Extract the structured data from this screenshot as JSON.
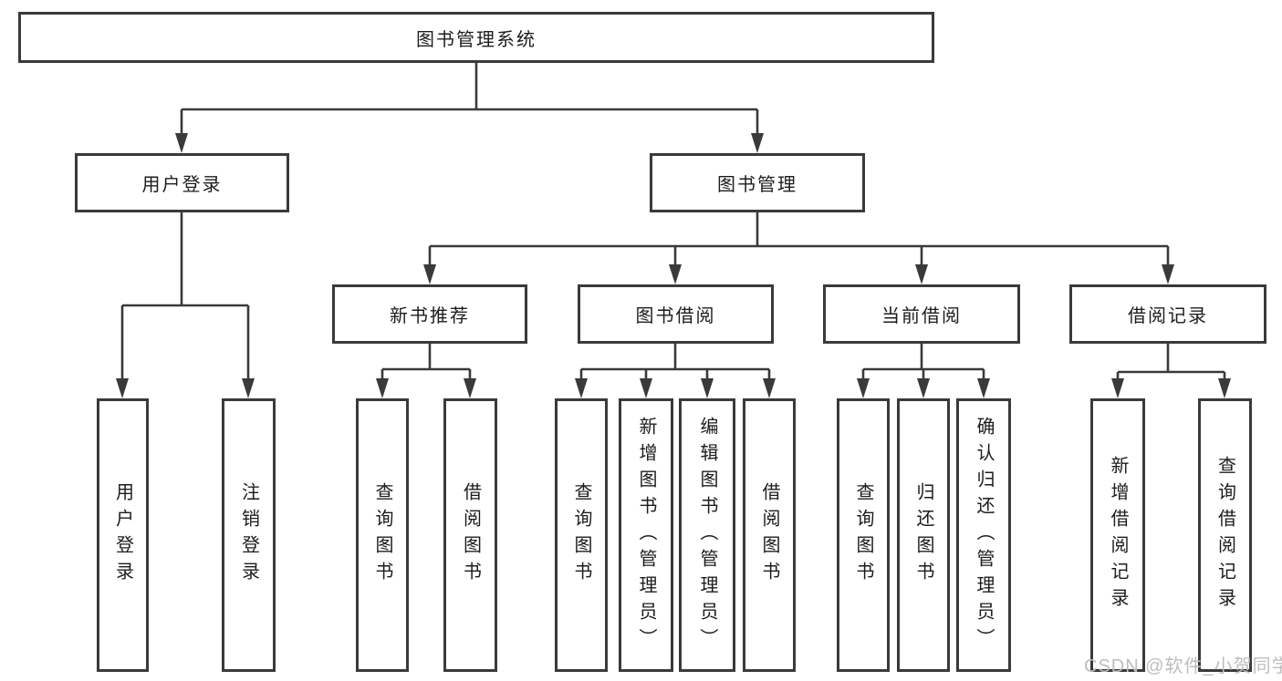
{
  "diagram": {
    "watermark": "CSDN @软件_小贺同学",
    "colors": {
      "line": "#3a3a3a",
      "box_border": "#3a3a3a",
      "box_background": "#ffffff",
      "text": "#1c1c1c",
      "watermark": "#bdbdbd",
      "background": "#ffffff"
    },
    "tree": {
      "root": {
        "label": "图书管理系统"
      },
      "branches": [
        {
          "label": "用户登录",
          "children": [
            {
              "label": "用户登录"
            },
            {
              "label": "注销登录"
            }
          ]
        },
        {
          "label": "图书管理",
          "children": [
            {
              "label": "新书推荐",
              "children": [
                {
                  "label": "查询图书"
                },
                {
                  "label": "借阅图书"
                }
              ]
            },
            {
              "label": "图书借阅",
              "children": [
                {
                  "label": "查询图书"
                },
                {
                  "label": "新增图书（管理员）"
                },
                {
                  "label": "编辑图书（管理员）"
                },
                {
                  "label": "借阅图书"
                }
              ]
            },
            {
              "label": "当前借阅",
              "children": [
                {
                  "label": "查询图书"
                },
                {
                  "label": "归还图书"
                },
                {
                  "label": "确认归还（管理员）"
                }
              ]
            },
            {
              "label": "借阅记录",
              "children": [
                {
                  "label": "新增借阅记录"
                },
                {
                  "label": "查询借阅记录"
                }
              ]
            }
          ]
        }
      ]
    }
  }
}
